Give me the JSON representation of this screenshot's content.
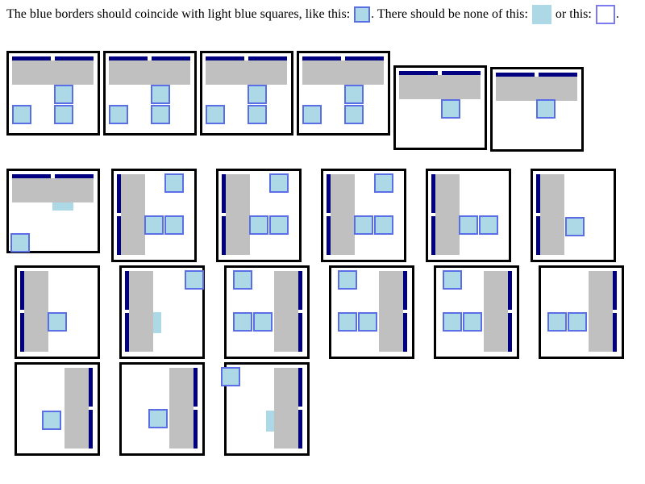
{
  "caption": {
    "part1": "The blue borders should coincide with light blue squares, like this:",
    "part2": ". There should be none of this:",
    "part3": "or this:",
    "part4": "."
  },
  "colors": {
    "panel_border": "#000000",
    "gray_bar": "#c0c0c0",
    "navy_bar": "#000080",
    "light_blue": "#add8e6",
    "blue_border": "#5a6ee6",
    "example_border_only": "#7b7bef"
  },
  "icons": {
    "good_example": "light-blue-square-with-blue-border",
    "bad_fill_only": "light-blue-square-without-border",
    "bad_border_only": "blue-border-without-fill"
  }
}
